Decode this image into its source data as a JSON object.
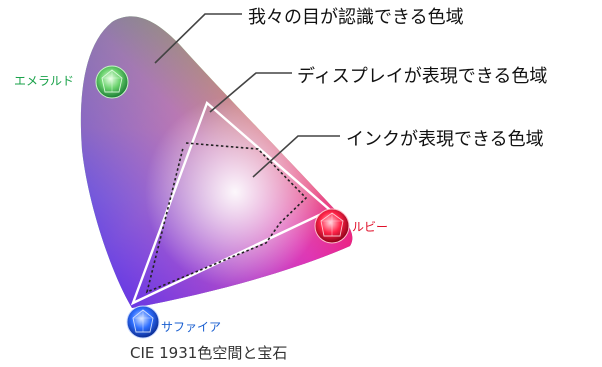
{
  "diagram": {
    "labels": {
      "human_gamut": "我々の目が認識できる色域",
      "display_gamut": "ディスプレイが表現できる色域",
      "ink_gamut": "インクが表現できる色域"
    },
    "gems": {
      "emerald": {
        "label": "エメラルド",
        "color": "#1aa24a",
        "icon": "emerald-gem"
      },
      "ruby": {
        "label": "ルビー",
        "color": "#e0102a",
        "icon": "ruby-gem"
      },
      "sapphire": {
        "label": "サファイア",
        "color": "#1a5fd0",
        "icon": "sapphire-gem"
      }
    },
    "caption": "CIE 1931色空間と宝石",
    "colors": {
      "display_triangle": "#ffffff",
      "ink_outline": "#222222",
      "leader_lines": "#444444"
    }
  }
}
